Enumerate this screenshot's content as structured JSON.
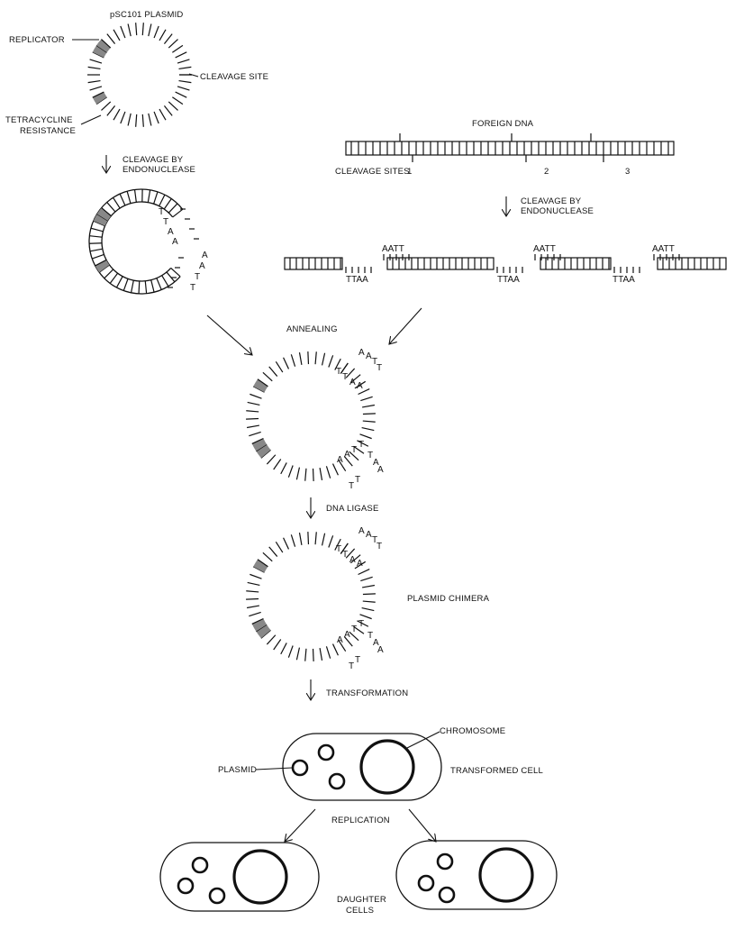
{
  "labels": {
    "plasmid_title": "pSC101 PLASMID",
    "replicator": "REPLICATOR",
    "cleavage_site": "CLEAVAGE SITE",
    "tetracycline_1": "TETRACYCLINE",
    "tetracycline_2": "RESISTANCE",
    "cleavage_by_1": "CLEAVAGE BY",
    "cleavage_by_2": "ENDONUCLEASE",
    "foreign_dna": "FOREIGN DNA",
    "cleavage_sites": "CLEAVAGE SITES",
    "site_1": "1",
    "site_2": "2",
    "site_3": "3",
    "cleavage_by_3": "CLEAVAGE BY",
    "cleavage_by_4": "ENDONUCLEASE",
    "annealing": "ANNEALING",
    "dna_ligase": "DNA LIGASE",
    "plasmid_chimera": "PLASMID CHIMERA",
    "transformation": "TRANSFORMATION",
    "chromosome": "CHROMOSOME",
    "plasmid": "PLASMID",
    "transformed_cell": "TRANSFORMED CELL",
    "replication": "REPLICATION",
    "daughter_1": "DAUGHTER",
    "daughter_2": "CELLS"
  },
  "sticky_ends": {
    "upper": "AATT",
    "lower": "TTAA",
    "a": "A",
    "t": "T"
  }
}
